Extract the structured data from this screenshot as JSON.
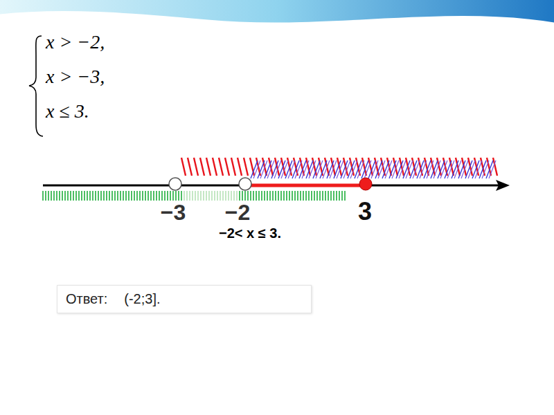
{
  "diagram": {
    "nodes": [
      {
        "text": [
          "Ответ:",
          "(-2;3]."
        ]
      }
    ],
    "labels": [
      "x > −2,",
      "x > −3,",
      "x ≤ 3.",
      "−3",
      "−2",
      "3",
      "−2< x ≤ 3."
    ]
  }
}
